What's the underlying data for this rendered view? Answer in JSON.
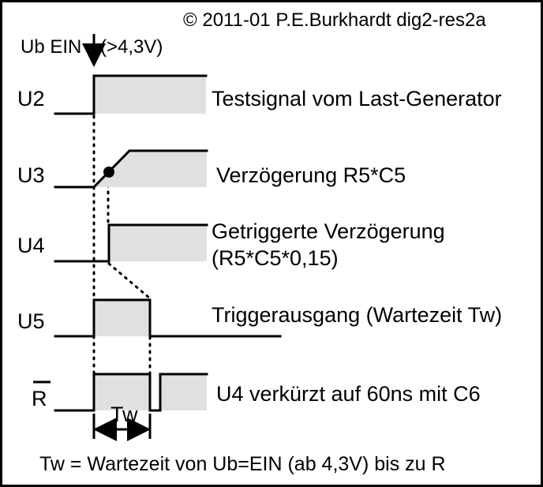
{
  "copyright": "© 2011-01 P.E.Burkhardt dig2-res2a",
  "power_on_label": "Ub EIN",
  "power_on_threshold": "(>4,3V)",
  "signals": [
    {
      "name": "U2",
      "description": "Testsignal vom Last-Generator"
    },
    {
      "name": "U3",
      "description": "Verzögerung R5*C5"
    },
    {
      "name": "U4",
      "description_line1": "Getriggerte Verzögerung",
      "description_line2": "(R5*C5*0,15)"
    },
    {
      "name": "U5",
      "description": "Triggerausgang (Wartezeit Tw)"
    },
    {
      "name": "R",
      "description": "U4 verkürzt auf 60ns mit C6"
    }
  ],
  "tw_label": "Tw",
  "footnote": "Tw = Wartezeit von Ub=EIN (ab 4,3V) bis zu R"
}
